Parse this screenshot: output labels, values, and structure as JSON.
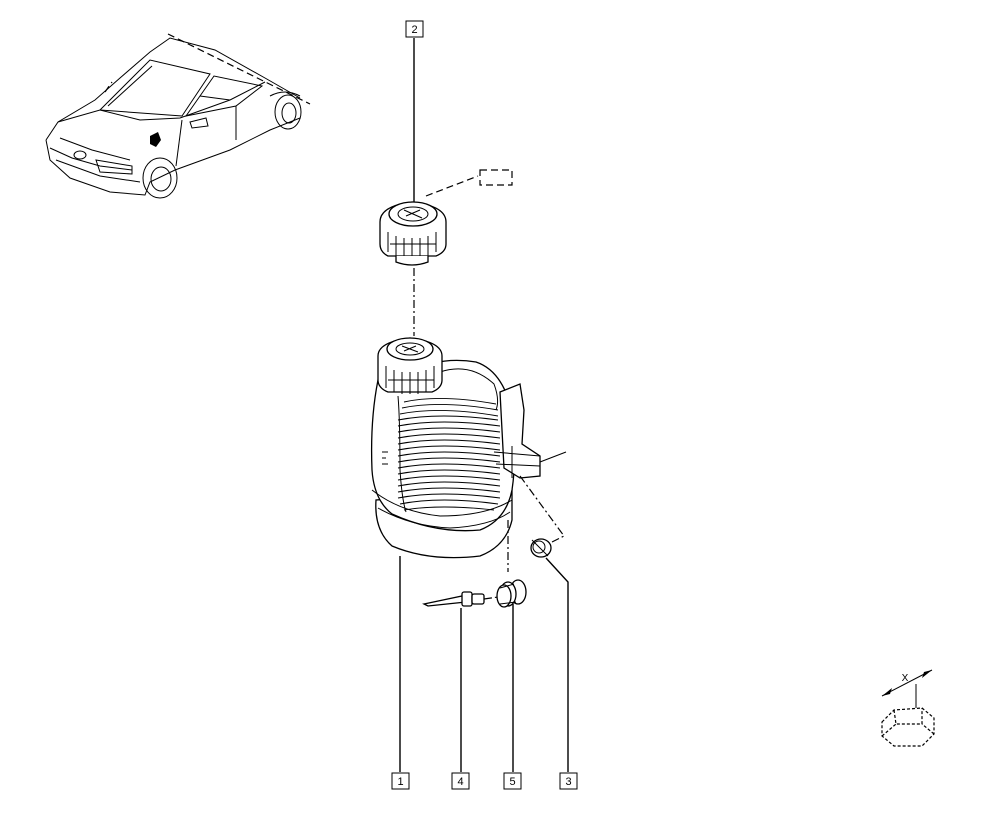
{
  "callouts": {
    "part1": "1",
    "part2": "2",
    "part3": "3",
    "part4": "4",
    "part5": "5"
  },
  "torque_symbol": {
    "label": "X"
  },
  "colors": {
    "line": "#000000",
    "background": "#ffffff",
    "location_mark": "#000000"
  }
}
